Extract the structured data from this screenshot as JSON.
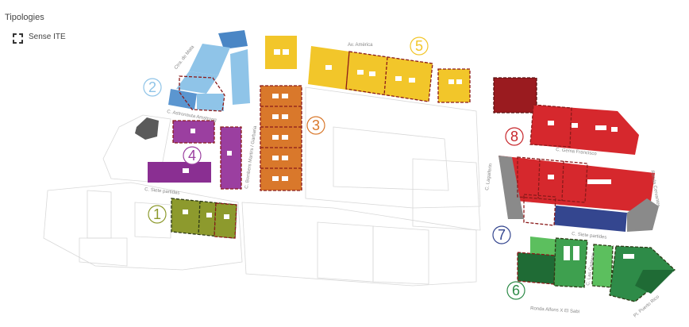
{
  "legend": {
    "title": "Tipologies",
    "item_label": "Sense ITE"
  },
  "streets": {
    "av_america": "Av. Amèrica",
    "ctra_mata": "Ctra. de Mata",
    "astronauta": "C. Astronauta Amstrong",
    "bombers": "C. Bombers Martirs / Garbaria",
    "siete_partidas": "C. Siete partidas",
    "gema": "C. Gema Francisco",
    "lagaiferin": "C. Lagaiferin",
    "ronda_cervantes": "Ronda Cervantes",
    "siete_partides": "C. Siete partides",
    "las_carteras": "C. Las Carteras",
    "ronda_alfons": "Ronda Alfons X El Sabi",
    "pl_puerto_rico": "Pl. Puerto Rico"
  },
  "groups": [
    {
      "id": "1",
      "label": "1",
      "color": "#8d9a2d"
    },
    {
      "id": "2",
      "label": "2",
      "color": "#8fc4e8"
    },
    {
      "id": "3",
      "label": "3",
      "color": "#d9782b"
    },
    {
      "id": "4",
      "label": "4",
      "color": "#9b3fa0"
    },
    {
      "id": "5",
      "label": "5",
      "color": "#f2c62a"
    },
    {
      "id": "6",
      "label": "6",
      "color": "#2e8b48"
    },
    {
      "id": "7",
      "label": "7",
      "color": "#34468f"
    },
    {
      "id": "8",
      "label": "8",
      "color": "#c7262b"
    }
  ],
  "colors": {
    "olive": "#8d9a2d",
    "light_blue": "#8fc4e8",
    "orange": "#d9782b",
    "purple": "#9b3fa0",
    "yellow": "#f2c62a",
    "green": "#2e8b48",
    "navy": "#34468f",
    "red": "#d6282d",
    "dark_red": "#9a1b1f",
    "grey": "#7d7d7d",
    "outline_dash": "#8b1a1a"
  }
}
